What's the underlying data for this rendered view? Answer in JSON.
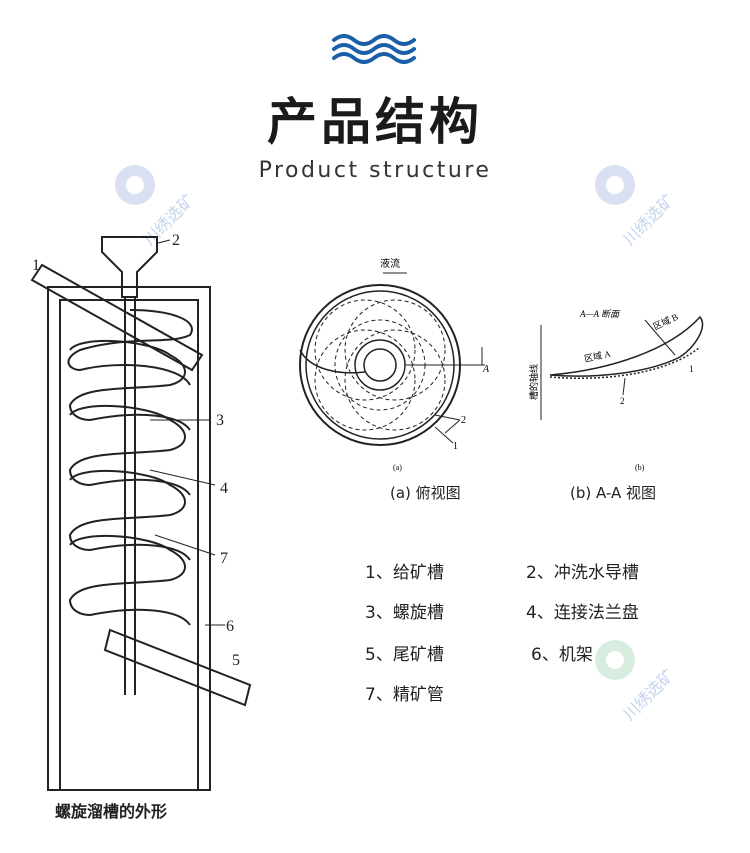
{
  "header": {
    "title": "产品结构",
    "subtitle": "Product structure"
  },
  "watermark": "川绣选矿",
  "left_diagram": {
    "labels": [
      "1",
      "2",
      "3",
      "4",
      "7",
      "6",
      "5"
    ],
    "caption": "螺旋溜槽的外形"
  },
  "top_view": {
    "flow_label": "液流",
    "section_label": "A",
    "labels": [
      "2",
      "1"
    ],
    "small_caption": "(a)",
    "caption": "(a) 俯视图"
  },
  "section_view": {
    "section_title": "A—A 断面",
    "zone_a": "区域 A",
    "zone_b": "区域 B",
    "axis_label": "槽的轴线",
    "labels": [
      "1",
      "2"
    ],
    "small_caption": "(b)",
    "caption": "(b) A-A 视图"
  },
  "legend": [
    {
      "text": "1、给矿槽"
    },
    {
      "text": "2、冲洗水导槽"
    },
    {
      "text": "3、螺旋槽"
    },
    {
      "text": "4、连接法兰盘"
    },
    {
      "text": "5、尾矿槽"
    },
    {
      "text": "6、机架"
    },
    {
      "text": "7、精矿管"
    }
  ],
  "colors": {
    "accent": "#1a5fa8",
    "text": "#1a1a1a"
  }
}
